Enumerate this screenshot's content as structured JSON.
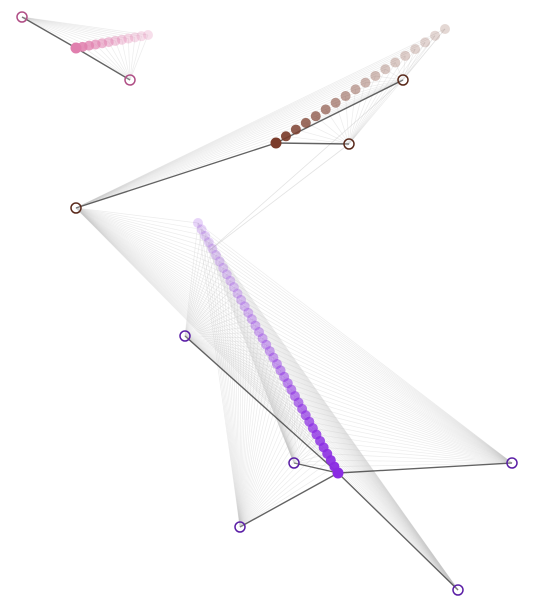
{
  "diagram": {
    "background": "#ffffff",
    "line_color": "#c8c8c8",
    "groups": [
      {
        "name": "pink",
        "color": "#e07fae",
        "anchor_stroke": "#b04f86",
        "trail_count": 12,
        "head_opacity": 1.0,
        "tail_opacity": 0.25
      },
      {
        "name": "brown",
        "color": "#7a3b2a",
        "anchor_stroke": "#5a2a1c",
        "trail_count": 18,
        "head_opacity": 1.0,
        "tail_opacity": 0.2
      },
      {
        "name": "purple",
        "color": "#8a2be2",
        "anchor_stroke": "#5b1fa6",
        "trail_count": 40,
        "head_opacity": 1.0,
        "tail_opacity": 0.2
      }
    ]
  }
}
